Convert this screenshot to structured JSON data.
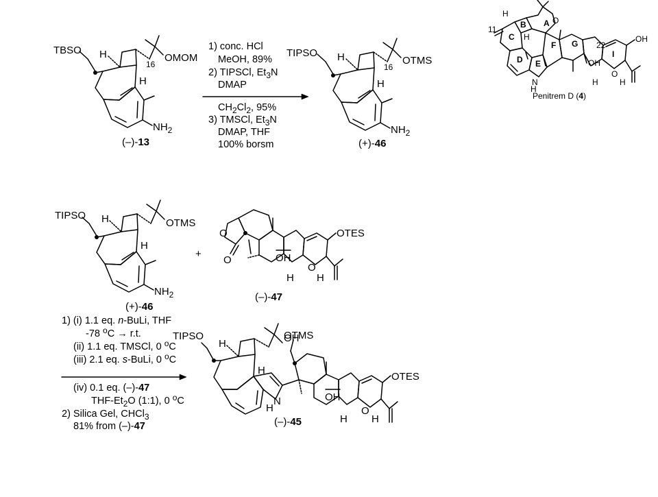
{
  "compounds": {
    "c13": {
      "prefix": "(–)-",
      "num": "13"
    },
    "c46": {
      "prefix": "(+)-",
      "num": "46"
    },
    "c46b": {
      "prefix": "(+)-",
      "num": "46"
    },
    "c47": {
      "prefix": "(–)-",
      "num": "47"
    },
    "c45": {
      "prefix": "(–)-",
      "num": "45"
    },
    "penitrem": {
      "name": "Penitrem D (",
      "num": "4",
      "close": ")"
    }
  },
  "atoms": {
    "tbso": "TBSO",
    "tipso": "TIPSO",
    "omom": "OMOM",
    "otms": "OTMS",
    "nh2": "NH",
    "sub2": "2",
    "h": "H",
    "c16": "16",
    "oh": "OH",
    "otes": "OTES",
    "o": "O",
    "nh": "NH",
    "hn": "H",
    "n": "N",
    "c11": "11",
    "c22": "22",
    "plus": "+"
  },
  "rings": {
    "A": "A",
    "B": "B",
    "C": "C",
    "D": "D",
    "E": "E",
    "F": "F",
    "G": "G",
    "I": "I"
  },
  "step1": [
    "1) conc. HCl",
    "MeOH, 89%",
    "2) TIPSCl, Et",
    "3",
    "N",
    "DMAP",
    "CH",
    "2",
    "Cl",
    "2",
    ", 95%",
    "3) TMSCl, Et",
    "3",
    "N",
    "DMAP, THF",
    "100% borsm"
  ],
  "step2": {
    "l1a": "1) (i) 1.1 eq. ",
    "l1b": "n",
    "l1c": "-BuLi, THF",
    "l2a": "-78 ",
    "l2b": "o",
    "l2c": "C → r.t.",
    "l3a": "(ii) 1.1 eq. TMSCl, 0 ",
    "l3b": "o",
    "l3c": "C",
    "l4a": "(iii) 2.1 eq. ",
    "l4b": "s",
    "l4c": "-BuLi, 0 ",
    "l4d": "o",
    "l4e": "C",
    "l5a": "(iv) 0.1 eq. (–)-",
    "l5b": "47",
    "l6a": "THF-Et",
    "l6b": "2",
    "l6c": "O (1:1), 0 ",
    "l6d": "o",
    "l6e": "C",
    "l7a": "2) Silica Gel, CHCl",
    "l7b": "3",
    "l8a": "81% from (–)-",
    "l8b": "47"
  }
}
